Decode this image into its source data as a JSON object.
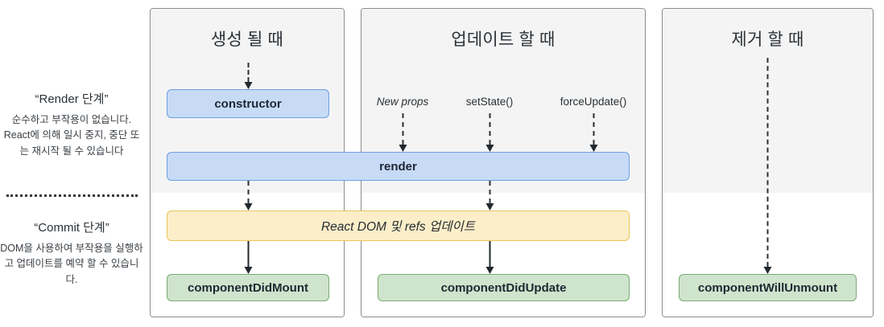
{
  "legend": {
    "render_phase": {
      "title": "“Render 단계”",
      "description": "순수하고 부작용이 없습니다. React에 의해 일시 중지, 중단 또는 재시작 될 수 있습니다"
    },
    "commit_phase": {
      "title": "“Commit 단계”",
      "description": "DOM을 사용하여 부작용을 실행하고 업데이트를 예약 할 수 있습니다."
    }
  },
  "columns": [
    {
      "id": "mounting",
      "title": "생성 될 때"
    },
    {
      "id": "updating",
      "title": "업데이트 할 때"
    },
    {
      "id": "unmounting",
      "title": "제거 할 때"
    }
  ],
  "triggers": [
    {
      "label": "New props",
      "style": "italic"
    },
    {
      "label": "setState()",
      "style": "normal"
    },
    {
      "label": "forceUpdate()",
      "style": "normal"
    }
  ],
  "nodes": {
    "constructor": "constructor",
    "render": "render",
    "react_dom_refs": "React DOM 및 refs 업데이트",
    "component_did_mount": "componentDidMount",
    "component_did_update": "componentDidUpdate",
    "component_will_unmount": "componentWillUnmount"
  },
  "colors": {
    "render_box": "#c7dbf7",
    "render_box_border": "#6f9fe0",
    "commit_box": "#fbeec9",
    "commit_box_border": "#e8c55b",
    "lifecycle_box": "#cfe4cc",
    "lifecycle_box_border": "#7aab74",
    "panel_bg_render": "#f4f4f4",
    "panel_bg_commit": "#ffffff",
    "panel_border": "#8c8c8c"
  }
}
